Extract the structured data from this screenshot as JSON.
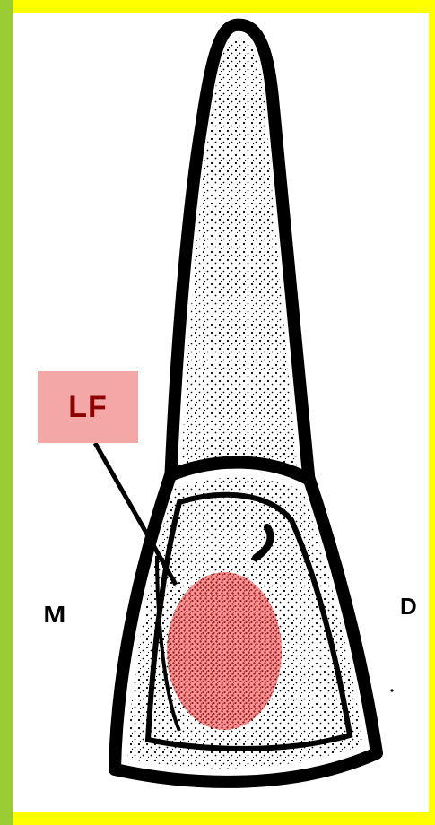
{
  "colors": {
    "border_left": "#9acd32",
    "border_frame": "#ffff00",
    "label_bg": "#f4a7a7",
    "label_text": "#8b0000",
    "highlight": "#ff4d4d"
  },
  "annotation": {
    "label": "LF"
  },
  "orientation": {
    "mesial": "M",
    "distal": "D"
  }
}
